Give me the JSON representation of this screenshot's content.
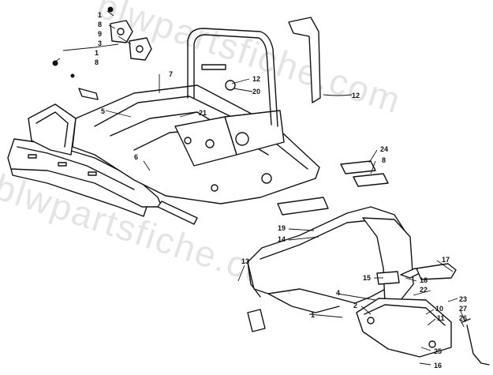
{
  "watermark": "blwpartsfiche.com",
  "callouts": [
    {
      "id": "c-1a",
      "label": "1"
    },
    {
      "id": "c-8a",
      "label": "8"
    },
    {
      "id": "c-9",
      "label": "9"
    },
    {
      "id": "c-3",
      "label": "3"
    },
    {
      "id": "c-1b",
      "label": "1"
    },
    {
      "id": "c-8b",
      "label": "8"
    },
    {
      "id": "c-7",
      "label": "7"
    },
    {
      "id": "c-12a",
      "label": "12"
    },
    {
      "id": "c-20",
      "label": "20"
    },
    {
      "id": "c-12b",
      "label": "12"
    },
    {
      "id": "c-5",
      "label": "5"
    },
    {
      "id": "c-21",
      "label": "21"
    },
    {
      "id": "c-6",
      "label": "6"
    },
    {
      "id": "c-24",
      "label": "24"
    },
    {
      "id": "c-8c",
      "label": "8"
    },
    {
      "id": "c-19",
      "label": "19"
    },
    {
      "id": "c-14",
      "label": "14"
    },
    {
      "id": "c-13",
      "label": "13"
    },
    {
      "id": "c-17",
      "label": "17"
    },
    {
      "id": "c-15",
      "label": "15"
    },
    {
      "id": "c-18",
      "label": "18"
    },
    {
      "id": "c-4",
      "label": "4"
    },
    {
      "id": "c-22",
      "label": "22"
    },
    {
      "id": "c-23",
      "label": "23"
    },
    {
      "id": "c-2",
      "label": "2"
    },
    {
      "id": "c-10",
      "label": "10"
    },
    {
      "id": "c-27",
      "label": "27"
    },
    {
      "id": "c-26",
      "label": "26"
    },
    {
      "id": "c-11",
      "label": "11"
    },
    {
      "id": "c-1c",
      "label": "1"
    },
    {
      "id": "c-25",
      "label": "25"
    },
    {
      "id": "c-16",
      "label": "16"
    }
  ]
}
